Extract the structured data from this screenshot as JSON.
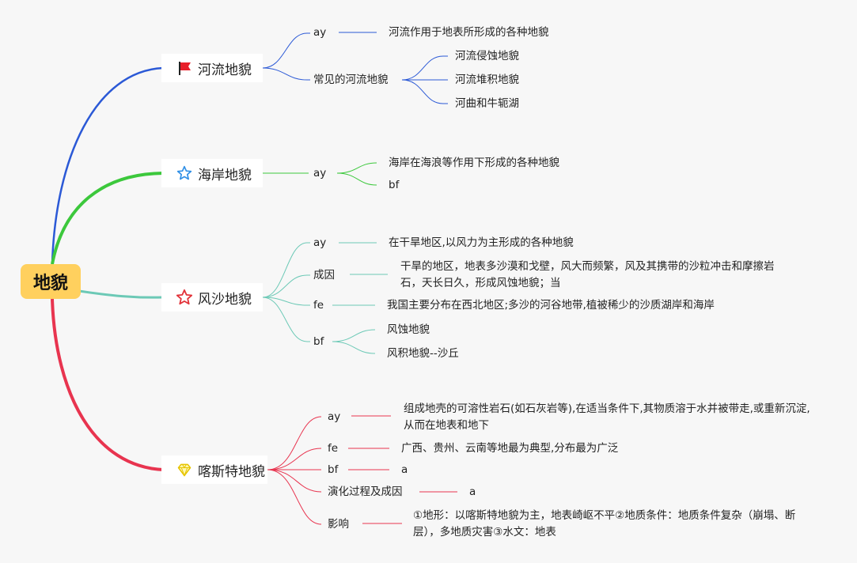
{
  "root": {
    "label": "地貌"
  },
  "branches": [
    {
      "label": "河流地貌",
      "icon": "red-flag-icon",
      "color": "#2b59d6",
      "items": [
        {
          "key": "ay",
          "children": [
            "河流作用于地表所形成的各种地貌"
          ]
        },
        {
          "key": "常见的河流地貌",
          "children": [
            "河流侵蚀地貌",
            "河流堆积地貌",
            "河曲和牛轭湖"
          ]
        }
      ]
    },
    {
      "label": "海岸地貌",
      "icon": "blue-star-icon",
      "color": "#3cc83c",
      "items": [
        {
          "key": "ay",
          "children": [
            "海岸在海浪等作用下形成的各种地貌",
            "bf"
          ]
        }
      ]
    },
    {
      "label": "风沙地貌",
      "icon": "red-star-icon",
      "color": "#6cc9b6",
      "items": [
        {
          "key": "ay",
          "children": [
            "在干旱地区,以风力为主形成的各种地貌"
          ]
        },
        {
          "key": "成因",
          "children": [
            "干旱的地区，地表多沙漠和戈壁，风大而频繁，风及其携带的沙粒冲击和摩擦岩石，天长日久，形成风蚀地貌；当"
          ]
        },
        {
          "key": "fe",
          "children": [
            "我国主要分布在西北地区;多沙的河谷地带,植被稀少的沙质湖岸和海岸"
          ]
        },
        {
          "key": "bf",
          "children": [
            "风蚀地貌",
            "风积地貌--沙丘"
          ]
        }
      ]
    },
    {
      "label": "喀斯特地貌",
      "icon": "yellow-diamond-icon",
      "color": "#e8344f",
      "items": [
        {
          "key": "ay",
          "children": [
            "组成地壳的可溶性岩石(如石灰岩等),在适当条件下,其物质溶于水并被带走,或重新沉淀,从而在地表和地下"
          ]
        },
        {
          "key": "fe",
          "children": [
            "广西、贵州、云南等地最为典型,分布最为广泛"
          ]
        },
        {
          "key": "bf",
          "children": [
            "a"
          ]
        },
        {
          "key": "演化过程及成因",
          "children": [
            "a"
          ]
        },
        {
          "key": "影响",
          "children": [
            "①地形：以喀斯特地貌为主，地表崎岖不平②地质条件：地质条件复杂（崩塌、断层），多地质灾害③水文：地表"
          ]
        }
      ]
    }
  ]
}
